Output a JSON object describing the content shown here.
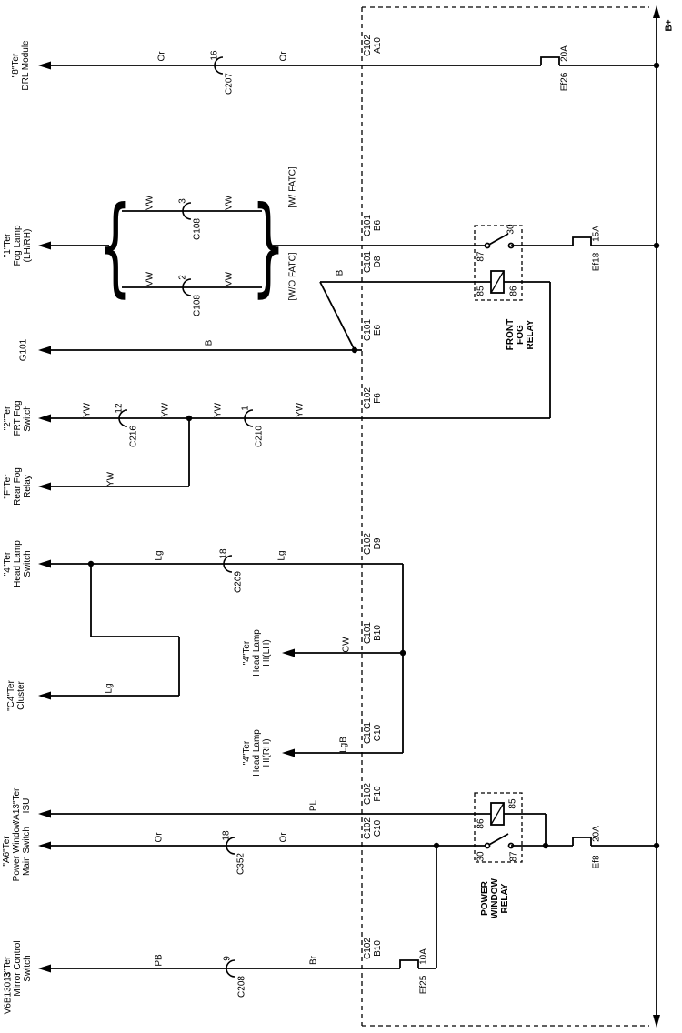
{
  "page_id": "V6B13013",
  "bus": {
    "label": "B+"
  },
  "destinations": {
    "drl": "\"8\"Ter\nDRL Module",
    "fog_lamp": "\"1\"Ter\nFog Lamp\n(LH/RH)",
    "g101": "G101",
    "frt_fog_switch": "\"2\"Ter\nFRT Fog\nSwitch",
    "rear_fog_relay": "\"F\"Ter\nRear Fog\nRelay",
    "head_lamp_switch": "\"4\"Ter\nHead Lamp\nSwitch",
    "cluster": "\"C4\"Ter\nCluster",
    "hi_lh": "\"4\"Ter\nHead Lamp\nHI(LH)",
    "hi_rh": "\"4\"Ter\nHead Lamp\nHI(RH)",
    "isu": "\"A13\"Ter\nISU",
    "pw_main_switch": "\"A6\"Ter\nPower Window\nMain Switch",
    "mirror_switch": "\"3\"Ter\nMirror Control\nSwitch"
  },
  "wire_colors": {
    "drl_1": "Or",
    "drl_2": "Or",
    "fog_up_1": "VW",
    "fog_up_2": "VW",
    "fog_low_1": "VW",
    "fog_low_2": "VW",
    "ground_d8": "B",
    "ground_g101": "B",
    "fog_sw_1": "YW",
    "fog_sw_2": "YW",
    "fog_sw_3": "YW",
    "fog_sw_4": "YW",
    "rear_fog": "YW",
    "hl_1": "Lg",
    "hl_2": "Lg",
    "cluster": "Lg",
    "hi_lh": "GW",
    "hi_rh": "LgB",
    "isu": "PL",
    "pw_1": "Or",
    "pw_2": "Or",
    "mirror_1": "PB",
    "mirror_2": "Br"
  },
  "connectors": {
    "c207": {
      "pin": "16",
      "name": "C207"
    },
    "c108_upper": {
      "pin": "3",
      "name": "C108"
    },
    "c108_lower": {
      "pin": "2",
      "name": "C108"
    },
    "c216": {
      "pin": "12",
      "name": "C216"
    },
    "c210": {
      "pin": "1",
      "name": "C210"
    },
    "c209": {
      "pin": "18",
      "name": "C209"
    },
    "c352": {
      "pin": "18",
      "name": "C352"
    },
    "c208": {
      "pin": "9",
      "name": "C208"
    }
  },
  "junctions": {
    "a10": "C102\nA10",
    "b6": "C101\nB6",
    "d8": "C101\nD8",
    "e6": "C101\nE6",
    "f6": "C102\nF6",
    "d9": "C102\nD9",
    "b10_101": "C101\nB10",
    "c10_101": "C101\nC10",
    "f10": "C102\nF10",
    "c10_102": "C102\nC10",
    "b10_102": "C102\nB10"
  },
  "fuses": {
    "ef26": {
      "name": "Ef26",
      "rating": "20A"
    },
    "ef18": {
      "name": "Ef18",
      "rating": "15A"
    },
    "ef8": {
      "name": "Ef8",
      "rating": "20A"
    },
    "ef25": {
      "name": "Ef25",
      "rating": "10A"
    }
  },
  "relays": {
    "front_fog": {
      "name": "FRONT\nFOG\nRELAY",
      "pin_30": "30",
      "pin_87": "87",
      "pin_85": "85",
      "pin_86": "86"
    },
    "power_window": {
      "name": "POWER\nWINDOW\nRELAY",
      "pin_30": "30",
      "pin_87": "87",
      "pin_85": "85",
      "pin_86": "86"
    }
  },
  "options": {
    "with_fatc": "[W/ FATC]",
    "without_fatc": "[W/O FATC]"
  },
  "symbols": {
    "brace_open": "{",
    "brace_close": "}"
  }
}
